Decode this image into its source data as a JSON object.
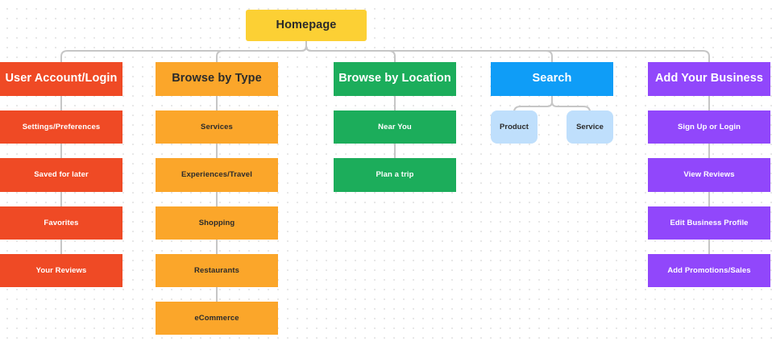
{
  "diagram": {
    "type": "sitemap-tree",
    "title": "Homepage",
    "background": "#ffffff",
    "dot_grid_color": "#e3e3e3",
    "connector_color": "#c6c6c6",
    "root": {
      "label": "Homepage",
      "color": "#fcd034",
      "text_color": "#2b2b2b"
    },
    "columns": [
      {
        "id": "user-account-login",
        "header": "User Account/Login",
        "color": "#ef4a25",
        "header_text_color": "#ffffff",
        "child_text_color": "#ffffff",
        "children": [
          "Settings/Preferences",
          "Saved for later",
          "Favorites",
          "Your Reviews"
        ]
      },
      {
        "id": "browse-by-type",
        "header": "Browse by Type",
        "color": "#fba62a",
        "header_text_color": "#2b2b2b",
        "child_text_color": "#2b2b2b",
        "children": [
          "Services",
          "Experiences/Travel",
          "Shopping",
          "Restaurants",
          "eCommerce"
        ]
      },
      {
        "id": "browse-by-location",
        "header": "Browse by Location",
        "color": "#1cad5b",
        "header_text_color": "#ffffff",
        "child_text_color": "#ffffff",
        "children": [
          "Near You",
          "Plan a trip"
        ]
      },
      {
        "id": "search",
        "header": "Search",
        "color": "#0f9df7",
        "header_text_color": "#ffffff",
        "child_text_color": "#2b2b2b",
        "child_color": "#bfdffc",
        "children": [
          "Product",
          "Service"
        ]
      },
      {
        "id": "add-your-business",
        "header": "Add Your Business",
        "color": "#9147fb",
        "header_text_color": "#ffffff",
        "child_text_color": "#ffffff",
        "children": [
          "Sign Up or Login",
          "View Reviews",
          "Edit Business Profile",
          "Add Promotions/Sales"
        ]
      }
    ]
  }
}
